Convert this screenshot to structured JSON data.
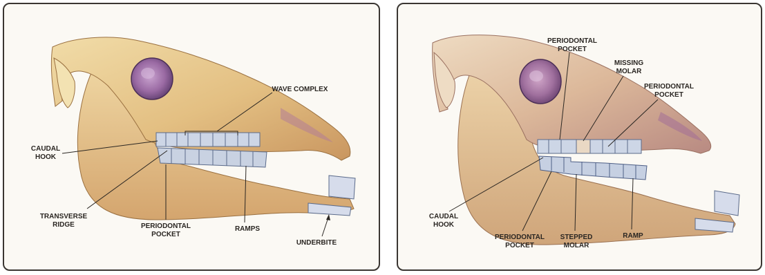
{
  "left_panel": {
    "labels": {
      "wave_complex": "WAVE COMPLEX",
      "caudal_hook": [
        "CAUDAL",
        "HOOK"
      ],
      "transverse_ridge": [
        "TRANSVERSE",
        "RIDGE"
      ],
      "periodontal_pocket": [
        "PERIODONTAL",
        "POCKET"
      ],
      "ramps": "RAMPS",
      "underbite": "UNDERBITE"
    }
  },
  "right_panel": {
    "labels": {
      "periodontal_pocket_top": [
        "PERIODONTAL",
        "POCKET"
      ],
      "missing_molar": [
        "MISSING",
        "MOLAR"
      ],
      "periodontal_pocket_right": [
        "PERIODONTAL",
        "POCKET"
      ],
      "caudal_hook": [
        "CAUDAL",
        "HOOK"
      ],
      "periodontal_pocket_bottom": [
        "PERIODONTAL",
        "POCKET"
      ],
      "stepped_molar": [
        "STEPPED",
        "MOLAR"
      ],
      "ramp": "RAMP"
    }
  },
  "colors": {
    "bone_left": "#e3bf82",
    "bone_right": "#dcb89a",
    "orbit": "#8a5f96",
    "teeth": "#cdd6e6",
    "card_border": "#3a3632"
  }
}
